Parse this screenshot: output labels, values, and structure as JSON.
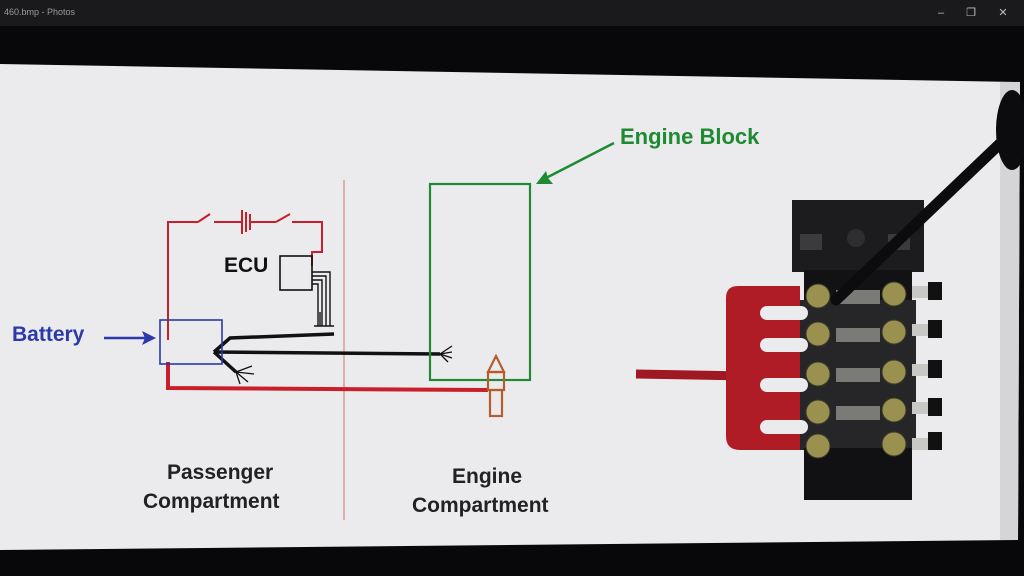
{
  "window": {
    "title": "460.bmp - Photos",
    "minimize_glyph": "–",
    "maximize_glyph": "❐",
    "close_glyph": "✕"
  },
  "diagram": {
    "ecu_label": "ECU",
    "battery_label": "Battery",
    "engine_block_label": "Engine Block",
    "passenger_line1": "Passenger",
    "passenger_line2": "Compartment",
    "engine_line1": "Engine",
    "engine_line2": "Compartment"
  },
  "colors": {
    "slide_bg": "#e9e9ec",
    "red_wire": "#c8202a",
    "black_wire": "#111111",
    "blue": "#2a3aa8",
    "green": "#1e8a32",
    "ground_terminal": "#b35e2c"
  }
}
